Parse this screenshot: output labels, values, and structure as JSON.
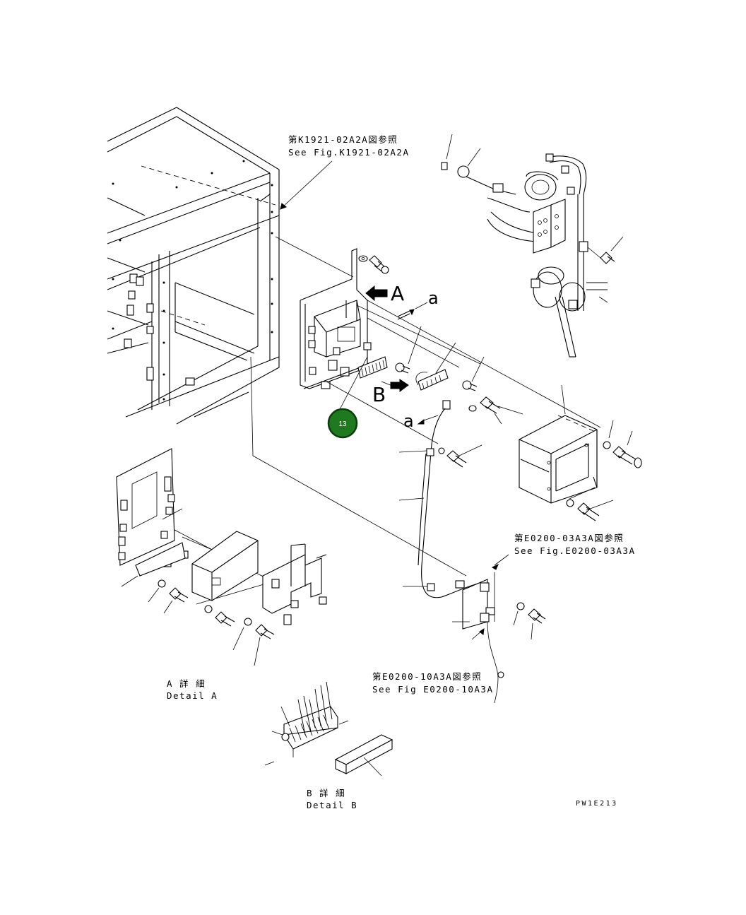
{
  "references": [
    {
      "jp": "第K1921-02A2A図参照",
      "en": "See Fig.K1921-02A2A"
    },
    {
      "jp": "第E0200-03A3A図参照",
      "en": "See Fig.E0200-03A3A"
    },
    {
      "jp": "第E0200-10A3A図参照",
      "en": "See Fig E0200-10A3A"
    }
  ],
  "view_letters": {
    "A": "A",
    "B": "B",
    "a_upper": "a",
    "a_lower": "a"
  },
  "details": [
    {
      "jp": "A 詳 細",
      "en": "Detail A"
    },
    {
      "jp": "B 詳 細",
      "en": "Detail B"
    }
  ],
  "callout": {
    "number": "13",
    "color": "#1f7a1f",
    "ring_color": "#0b3d0b"
  },
  "drawing_code": "PW1E213"
}
